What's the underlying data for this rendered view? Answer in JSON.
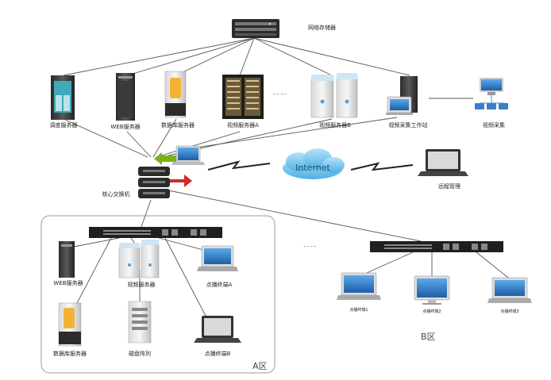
{
  "labels": {
    "nas": "网络存储器",
    "dispatch_server": "调度服务器",
    "web_server_top": "WEB服务器",
    "db_server_top": "数据库服务器",
    "video_server_a": "视频服务器A",
    "video_server_b": "视频服务器B",
    "video_workstation": "视频采集工作站",
    "video_capture": "视频采集",
    "core_switch": "核心交换机",
    "internet": "Internet",
    "remote_mgmt": "远程管理",
    "web_server_a": "WEB服务器",
    "video_server_zone_a": "视频服务器",
    "vod_terminal_a": "点播终端A",
    "db_server_a": "数据库服务器",
    "disk_array": "磁盘阵列",
    "vod_terminal_b": "点播终端B",
    "zone_a": "A区",
    "zone_b": "B区",
    "terminal_b1": "点播终端1",
    "terminal_b2": "点播终端2",
    "terminal_b3": "点播终端3",
    "ellipsis_top": "……",
    "ellipsis_mid": "……"
  },
  "colors": {
    "line": "#555555",
    "cloud": "#7ec8ec",
    "cloud_dark": "#3a9fd6",
    "screen": "#2f86d4",
    "green_arrow": "#7ab317",
    "red_arrow": "#d22a2a",
    "switch": "#2b2b2b"
  }
}
